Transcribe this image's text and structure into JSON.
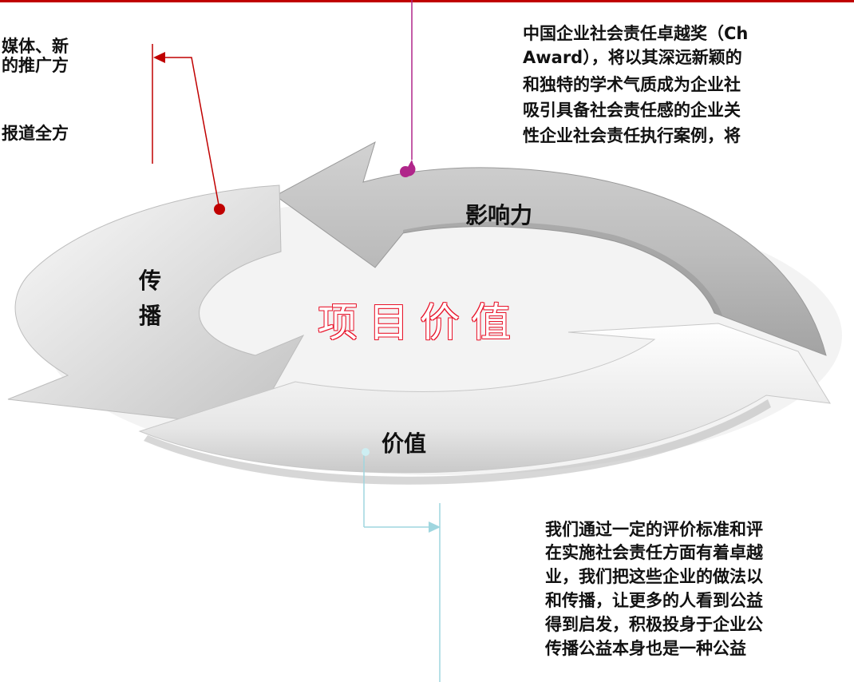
{
  "diagram": {
    "center_title": "项目价值",
    "segments": {
      "influence": "影响力",
      "spread_line1": "传",
      "spread_line2": "播",
      "value": "价值"
    },
    "text_blocks": {
      "top_left": [
        "媒体、新",
        "的推广方",
        "",
        "报道全方"
      ],
      "top_right": [
        "中国企业社会责任卓越奖（Ch",
        "Award），将以其深远新颖的",
        "和独特的学术气质成为企业社",
        "吸引具备社会责任感的企业关",
        "性企业社会责任执行案例，将"
      ],
      "bottom_right": [
        "我们通过一定的评价标准和评",
        "在实施社会责任方面有着卓越",
        "业，我们把这些企业的做法以",
        "和传播，让更多的人看到公益",
        "得到启发，积极投身于企业公",
        "传播公益本身也是一种公益"
      ]
    },
    "colors": {
      "accent": "#c00000",
      "influence_connector": "#b0268a",
      "value_connector": "#9fd6df",
      "title_outline": "#e8152b"
    }
  }
}
